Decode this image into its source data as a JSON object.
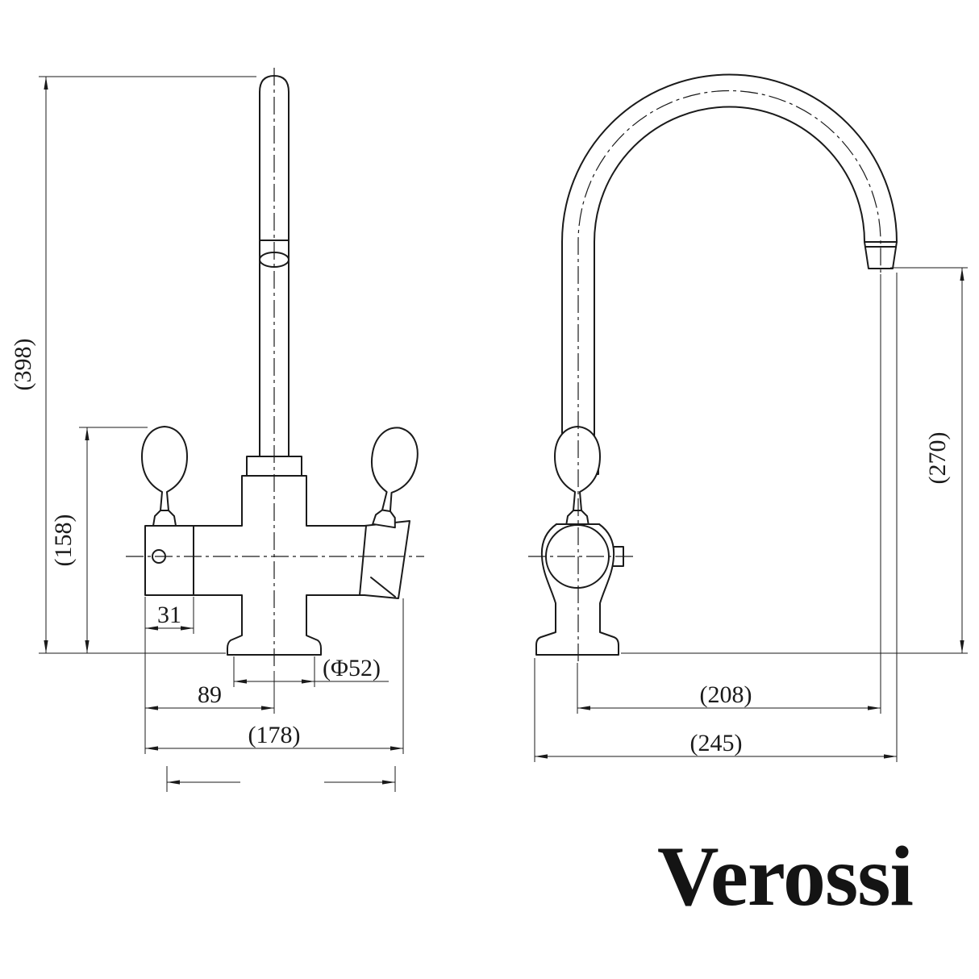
{
  "dimensions": {
    "overall_height": "(398)",
    "handle_height": "(158)",
    "spout_offset": "31",
    "base_diameter": "(Φ52)",
    "spout_center_width": "89",
    "overall_width": "(178)",
    "spout_clearance": "(270)",
    "spout_reach": "(208)",
    "overall_depth": "(245)"
  },
  "logo": "Verossi",
  "colors": {
    "line": "#1a1a1a",
    "background": "#ffffff"
  }
}
